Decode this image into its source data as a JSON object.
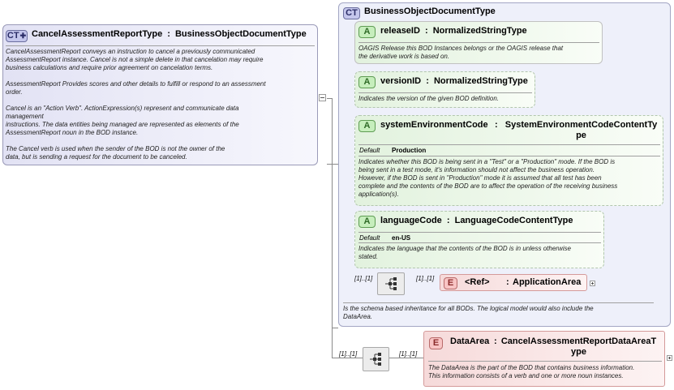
{
  "root": {
    "badge": "CT",
    "name": "CancelAssessmentReportType",
    "sep": ":",
    "base": "BusinessObjectDocumentType",
    "desc_lines": [
      "CancelAssessmentReport conveys an instruction to cancel a previously communicated",
      "AssessmentReport instance. Cancel is not a simple delete in that cancelation may require",
      "business calculations and require prior agreement on cancelation terms.",
      "",
      "AssessmentReport  Provides scores and other details to fulfill or respond to an assessment",
      "order.",
      "",
      "Cancel is an \"Action Verb\". ActionExpression(s) represent and communicate data",
      "management",
      "instructions. The data entities being managed are represented as elements of the",
      "AssessmentReport noun in the BOD instance.",
      "",
      "The Cancel verb is used when the sender of the BOD is not the owner of the",
      "data, but is sending a request for the document to be canceled."
    ]
  },
  "base_type": {
    "badge": "CT",
    "name": "BusinessObjectDocumentType",
    "desc_lines": [
      "Is the schema based inheritance for all BODs. The logical model would also include the",
      "DataArea."
    ]
  },
  "attributes": [
    {
      "badge": "A",
      "name": "releaseID",
      "type": "NormalizedStringType",
      "desc_lines": [
        "OAGIS Release this BOD Instances belongs or the OAGIS release that",
        "the derivative work is based on."
      ]
    },
    {
      "badge": "A",
      "name": "versionID",
      "type": "NormalizedStringType",
      "desc_lines": [
        "Indicates the version of the given BOD definition."
      ]
    },
    {
      "badge": "A",
      "name": "systemEnvironmentCode",
      "type_line1": "SystemEnvironmentCodeContentTy",
      "type_line2": "pe",
      "default_label": "Default",
      "default_value": "Production",
      "desc_lines": [
        "Indicates whether this BOD is being sent in a \"Test\" or a \"Production\" mode. If the BOD is",
        "being sent in a test mode, it's information should not affect the business operation.",
        "However, if the BOD is sent in \"Production\" mode it is assumed that all test has been",
        "complete and the contents of the BOD are to affect the operation of the receiving business",
        "application(s)."
      ]
    },
    {
      "badge": "A",
      "name": "languageCode",
      "type": "LanguageCodeContentType",
      "default_label": "Default",
      "default_value": "en-US",
      "desc_lines": [
        "Indicates the language that the contents of the BOD is in unless otherwise",
        "stated."
      ]
    }
  ],
  "application_area": {
    "badge": "E",
    "name": "<Ref>",
    "sep": ":",
    "type": "ApplicationArea",
    "card_before": "[1]..[1]",
    "card_after": "[1]..[1]"
  },
  "data_area": {
    "badge": "E",
    "name": "DataArea",
    "type_line1": "CancelAssessmentReportDataAreaT",
    "type_line2": "ype",
    "card_before": "[1]..[1]",
    "card_after": "[1]..[1]",
    "desc_lines": [
      "The DataArea is the part of the BOD that contains business information.",
      "This information consists of a verb and one or more noun instances."
    ]
  }
}
